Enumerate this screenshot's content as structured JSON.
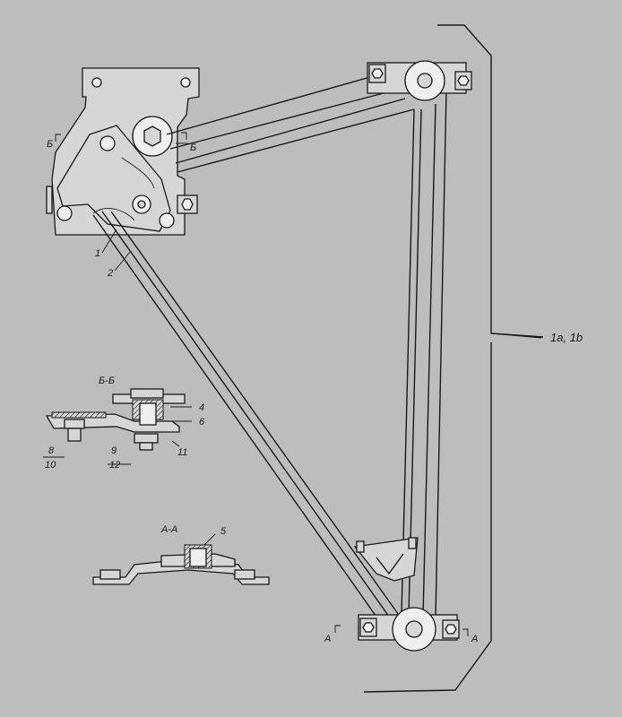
{
  "labels": {
    "main_ref": "1a, 1b",
    "section_bb_mark_left": "Б",
    "section_bb_mark_right": "Б",
    "section_aa_mark_left": "А",
    "section_aa_mark_right": "А",
    "section_bb_title": "Б-Б",
    "section_aa_title": "А-А",
    "part_1": "1",
    "part_2": "2",
    "part_4": "4",
    "part_5": "5",
    "part_6": "6",
    "part_8": "8",
    "part_9": "9",
    "part_10": "10",
    "part_11": "11",
    "part_12": "12"
  },
  "colors": {
    "background": "#bdbdbd",
    "ink": "#1a1a1a"
  }
}
